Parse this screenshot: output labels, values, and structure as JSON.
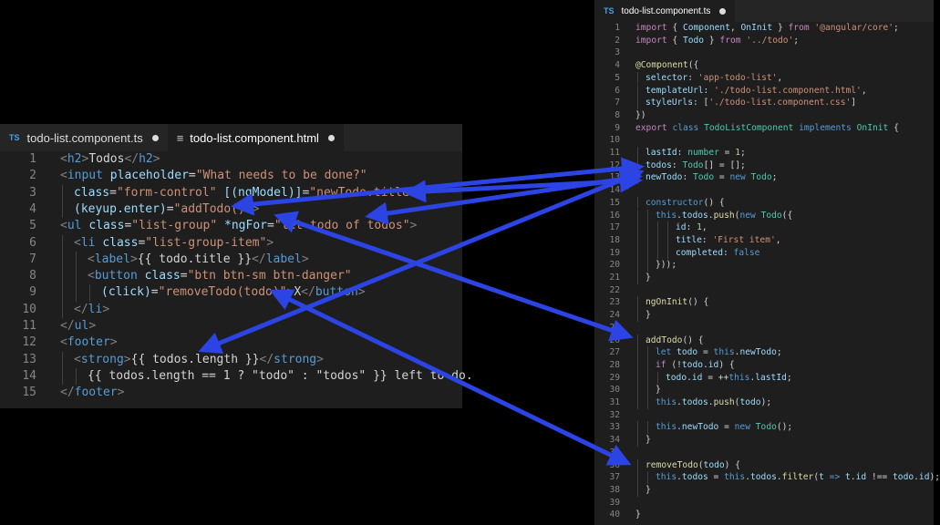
{
  "left": {
    "tabs": [
      {
        "icon": "TS",
        "label": "todo-list.component.ts",
        "dirty": true,
        "active": false
      },
      {
        "icon": "lines",
        "label": "todo-list.component.html",
        "dirty": true,
        "active": true
      }
    ],
    "lines": [
      {
        "n": "1",
        "i": 0,
        "t": [
          [
            "p",
            "<"
          ],
          [
            "tg",
            "h2"
          ],
          [
            "p",
            ">"
          ],
          [
            "w",
            "Todos"
          ],
          [
            "p",
            "</"
          ],
          [
            "tg",
            "h2"
          ],
          [
            "p",
            ">"
          ]
        ]
      },
      {
        "n": "2",
        "i": 0,
        "t": [
          [
            "p",
            "<"
          ],
          [
            "tg",
            "input"
          ],
          [
            "w",
            " "
          ],
          [
            "a",
            "placeholder"
          ],
          [
            "w",
            "="
          ],
          [
            "s",
            "\"What needs to be done?\""
          ]
        ]
      },
      {
        "n": "3",
        "i": 1,
        "t": [
          [
            "a",
            "class"
          ],
          [
            "w",
            "="
          ],
          [
            "s",
            "\"form-control\""
          ],
          [
            "w",
            " "
          ],
          [
            "a",
            "[(ngModel)]"
          ],
          [
            "w",
            "="
          ],
          [
            "s",
            "\"newTodo.title\""
          ]
        ]
      },
      {
        "n": "4",
        "i": 1,
        "t": [
          [
            "a",
            "(keyup.enter)"
          ],
          [
            "w",
            "="
          ],
          [
            "s",
            "\"addTodo()\""
          ],
          [
            "p",
            ">"
          ]
        ]
      },
      {
        "n": "5",
        "i": 0,
        "t": [
          [
            "p",
            "<"
          ],
          [
            "tg",
            "ul"
          ],
          [
            "w",
            " "
          ],
          [
            "a",
            "class"
          ],
          [
            "w",
            "="
          ],
          [
            "s",
            "\"list-group\""
          ],
          [
            "w",
            " "
          ],
          [
            "a",
            "*ngFor"
          ],
          [
            "w",
            "="
          ],
          [
            "s",
            "\"let todo of todos\""
          ],
          [
            "p",
            ">"
          ]
        ]
      },
      {
        "n": "6",
        "i": 1,
        "t": [
          [
            "p",
            "<"
          ],
          [
            "tg",
            "li"
          ],
          [
            "w",
            " "
          ],
          [
            "a",
            "class"
          ],
          [
            "w",
            "="
          ],
          [
            "s",
            "\"list-group-item\""
          ],
          [
            "p",
            ">"
          ]
        ]
      },
      {
        "n": "7",
        "i": 2,
        "t": [
          [
            "p",
            "<"
          ],
          [
            "tg",
            "label"
          ],
          [
            "p",
            ">"
          ],
          [
            "w",
            "{{ todo.title }}"
          ],
          [
            "p",
            "</"
          ],
          [
            "tg",
            "label"
          ],
          [
            "p",
            ">"
          ]
        ]
      },
      {
        "n": "8",
        "i": 2,
        "t": [
          [
            "p",
            "<"
          ],
          [
            "tg",
            "button"
          ],
          [
            "w",
            " "
          ],
          [
            "a",
            "class"
          ],
          [
            "w",
            "="
          ],
          [
            "s",
            "\"btn btn-sm btn-danger\""
          ]
        ]
      },
      {
        "n": "9",
        "i": 3,
        "t": [
          [
            "a",
            "(click)"
          ],
          [
            "w",
            "="
          ],
          [
            "s",
            "\"removeTodo(todo)\""
          ],
          [
            "p",
            ">"
          ],
          [
            "w",
            "X"
          ],
          [
            "p",
            "</"
          ],
          [
            "tg",
            "button"
          ],
          [
            "p",
            ">"
          ]
        ]
      },
      {
        "n": "10",
        "i": 1,
        "t": [
          [
            "p",
            "</"
          ],
          [
            "tg",
            "li"
          ],
          [
            "p",
            ">"
          ]
        ]
      },
      {
        "n": "11",
        "i": 0,
        "t": [
          [
            "p",
            "</"
          ],
          [
            "tg",
            "ul"
          ],
          [
            "p",
            ">"
          ]
        ]
      },
      {
        "n": "12",
        "i": 0,
        "t": [
          [
            "p",
            "<"
          ],
          [
            "tg",
            "footer"
          ],
          [
            "p",
            ">"
          ]
        ]
      },
      {
        "n": "13",
        "i": 1,
        "t": [
          [
            "p",
            "<"
          ],
          [
            "tg",
            "strong"
          ],
          [
            "p",
            ">"
          ],
          [
            "w",
            "{{ todos.length }}"
          ],
          [
            "p",
            "</"
          ],
          [
            "tg",
            "strong"
          ],
          [
            "p",
            ">"
          ]
        ]
      },
      {
        "n": "14",
        "i": 2,
        "t": [
          [
            "w",
            "{{ todos.length == 1 ? \"todo\" : \"todos\" }} left to do."
          ]
        ]
      },
      {
        "n": "15",
        "i": 0,
        "t": [
          [
            "p",
            "</"
          ],
          [
            "tg",
            "footer"
          ],
          [
            "p",
            ">"
          ]
        ]
      }
    ]
  },
  "right": {
    "tabs": [
      {
        "icon": "TS",
        "label": "todo-list.component.ts",
        "dirty": true,
        "active": true
      }
    ],
    "lines": [
      {
        "n": "1",
        "i": 0,
        "t": [
          [
            "c2",
            "import"
          ],
          [
            "w",
            " { "
          ],
          [
            "v",
            "Component"
          ],
          [
            "w",
            ", "
          ],
          [
            "v",
            "OnInit"
          ],
          [
            "w",
            " } "
          ],
          [
            "c2",
            "from"
          ],
          [
            "w",
            " "
          ],
          [
            "s",
            "'@angular/core'"
          ],
          [
            "w",
            ";"
          ]
        ]
      },
      {
        "n": "2",
        "i": 0,
        "t": [
          [
            "c2",
            "import"
          ],
          [
            "w",
            " { "
          ],
          [
            "v",
            "Todo"
          ],
          [
            "w",
            " } "
          ],
          [
            "c2",
            "from"
          ],
          [
            "w",
            " "
          ],
          [
            "s",
            "'../todo'"
          ],
          [
            "w",
            ";"
          ]
        ]
      },
      {
        "n": "3",
        "i": 0,
        "t": []
      },
      {
        "n": "4",
        "i": 0,
        "t": [
          [
            "f",
            "@Component"
          ],
          [
            "w",
            "({"
          ]
        ]
      },
      {
        "n": "5",
        "i": 1,
        "t": [
          [
            "v",
            "selector"
          ],
          [
            "w",
            ": "
          ],
          [
            "s",
            "'app-todo-list'"
          ],
          [
            "w",
            ","
          ]
        ]
      },
      {
        "n": "6",
        "i": 1,
        "t": [
          [
            "v",
            "templateUrl"
          ],
          [
            "w",
            ": "
          ],
          [
            "s",
            "'./todo-list.component.html'"
          ],
          [
            "w",
            ","
          ]
        ]
      },
      {
        "n": "7",
        "i": 1,
        "t": [
          [
            "v",
            "styleUrls"
          ],
          [
            "w",
            ": ["
          ],
          [
            "s",
            "'./todo-list.component.css'"
          ],
          [
            "w",
            "]"
          ]
        ]
      },
      {
        "n": "8",
        "i": 0,
        "t": [
          [
            "w",
            "})"
          ]
        ]
      },
      {
        "n": "9",
        "i": 0,
        "t": [
          [
            "c2",
            "export"
          ],
          [
            "w",
            " "
          ],
          [
            "k",
            "class"
          ],
          [
            "w",
            " "
          ],
          [
            "t",
            "TodoListComponent"
          ],
          [
            "w",
            " "
          ],
          [
            "k",
            "implements"
          ],
          [
            "w",
            " "
          ],
          [
            "t",
            "OnInit"
          ],
          [
            "w",
            " {"
          ]
        ]
      },
      {
        "n": "10",
        "i": 0,
        "t": []
      },
      {
        "n": "11",
        "i": 1,
        "t": [
          [
            "v",
            "lastId"
          ],
          [
            "w",
            ": "
          ],
          [
            "t",
            "number"
          ],
          [
            "w",
            " = "
          ],
          [
            "n",
            "1"
          ],
          [
            "w",
            ";"
          ]
        ]
      },
      {
        "n": "12",
        "i": 1,
        "t": [
          [
            "v",
            "todos"
          ],
          [
            "w",
            ": "
          ],
          [
            "t",
            "Todo"
          ],
          [
            "w",
            "[] = [];"
          ]
        ]
      },
      {
        "n": "13",
        "i": 1,
        "t": [
          [
            "v",
            "newTodo"
          ],
          [
            "w",
            ": "
          ],
          [
            "t",
            "Todo"
          ],
          [
            "w",
            " = "
          ],
          [
            "k",
            "new"
          ],
          [
            "w",
            " "
          ],
          [
            "t",
            "Todo"
          ],
          [
            "w",
            ";"
          ]
        ]
      },
      {
        "n": "14",
        "i": 0,
        "t": []
      },
      {
        "n": "15",
        "i": 1,
        "t": [
          [
            "k",
            "constructor"
          ],
          [
            "w",
            "() {"
          ]
        ]
      },
      {
        "n": "16",
        "i": 2,
        "t": [
          [
            "k",
            "this"
          ],
          [
            "w",
            "."
          ],
          [
            "v",
            "todos"
          ],
          [
            "w",
            "."
          ],
          [
            "f",
            "push"
          ],
          [
            "w",
            "("
          ],
          [
            "k",
            "new"
          ],
          [
            "w",
            " "
          ],
          [
            "t",
            "Todo"
          ],
          [
            "w",
            "({"
          ]
        ]
      },
      {
        "n": "17",
        "i": 4,
        "t": [
          [
            "v",
            "id"
          ],
          [
            "w",
            ": "
          ],
          [
            "n",
            "1"
          ],
          [
            "w",
            ","
          ]
        ]
      },
      {
        "n": "18",
        "i": 4,
        "t": [
          [
            "v",
            "title"
          ],
          [
            "w",
            ": "
          ],
          [
            "s",
            "'First item'"
          ],
          [
            "w",
            ","
          ]
        ]
      },
      {
        "n": "19",
        "i": 4,
        "t": [
          [
            "v",
            "completed"
          ],
          [
            "w",
            ": "
          ],
          [
            "k",
            "false"
          ]
        ]
      },
      {
        "n": "20",
        "i": 2,
        "t": [
          [
            "w",
            "}));"
          ]
        ]
      },
      {
        "n": "21",
        "i": 1,
        "t": [
          [
            "w",
            "}"
          ]
        ]
      },
      {
        "n": "22",
        "i": 0,
        "t": []
      },
      {
        "n": "23",
        "i": 1,
        "t": [
          [
            "f",
            "ngOnInit"
          ],
          [
            "w",
            "() {"
          ]
        ]
      },
      {
        "n": "24",
        "i": 1,
        "t": [
          [
            "w",
            "}"
          ]
        ]
      },
      {
        "n": "25",
        "i": 0,
        "t": []
      },
      {
        "n": "26",
        "i": 1,
        "t": [
          [
            "f",
            "addTodo"
          ],
          [
            "w",
            "() {"
          ]
        ]
      },
      {
        "n": "27",
        "i": 2,
        "t": [
          [
            "k",
            "let"
          ],
          [
            "w",
            " "
          ],
          [
            "v",
            "todo"
          ],
          [
            "w",
            " = "
          ],
          [
            "k",
            "this"
          ],
          [
            "w",
            "."
          ],
          [
            "v",
            "newTodo"
          ],
          [
            "w",
            ";"
          ]
        ]
      },
      {
        "n": "28",
        "i": 2,
        "t": [
          [
            "c2",
            "if"
          ],
          [
            "w",
            " (!"
          ],
          [
            "v",
            "todo"
          ],
          [
            "w",
            "."
          ],
          [
            "v",
            "id"
          ],
          [
            "w",
            ") {"
          ]
        ]
      },
      {
        "n": "29",
        "i": 3,
        "t": [
          [
            "v",
            "todo"
          ],
          [
            "w",
            "."
          ],
          [
            "v",
            "id"
          ],
          [
            "w",
            " = ++"
          ],
          [
            "k",
            "this"
          ],
          [
            "w",
            "."
          ],
          [
            "v",
            "lastId"
          ],
          [
            "w",
            ";"
          ]
        ]
      },
      {
        "n": "30",
        "i": 2,
        "t": [
          [
            "w",
            "}"
          ]
        ]
      },
      {
        "n": "31",
        "i": 2,
        "t": [
          [
            "k",
            "this"
          ],
          [
            "w",
            "."
          ],
          [
            "v",
            "todos"
          ],
          [
            "w",
            "."
          ],
          [
            "f",
            "push"
          ],
          [
            "w",
            "("
          ],
          [
            "v",
            "todo"
          ],
          [
            "w",
            ");"
          ]
        ]
      },
      {
        "n": "32",
        "i": 0,
        "t": []
      },
      {
        "n": "33",
        "i": 2,
        "t": [
          [
            "k",
            "this"
          ],
          [
            "w",
            "."
          ],
          [
            "v",
            "newTodo"
          ],
          [
            "w",
            " = "
          ],
          [
            "k",
            "new"
          ],
          [
            "w",
            " "
          ],
          [
            "t",
            "Todo"
          ],
          [
            "w",
            "();"
          ]
        ]
      },
      {
        "n": "34",
        "i": 1,
        "t": [
          [
            "w",
            "}"
          ]
        ]
      },
      {
        "n": "35",
        "i": 0,
        "t": []
      },
      {
        "n": "36",
        "i": 1,
        "t": [
          [
            "f",
            "removeTodo"
          ],
          [
            "w",
            "("
          ],
          [
            "v",
            "todo"
          ],
          [
            "w",
            ") {"
          ]
        ]
      },
      {
        "n": "37",
        "i": 2,
        "t": [
          [
            "k",
            "this"
          ],
          [
            "w",
            "."
          ],
          [
            "v",
            "todos"
          ],
          [
            "w",
            " = "
          ],
          [
            "k",
            "this"
          ],
          [
            "w",
            "."
          ],
          [
            "v",
            "todos"
          ],
          [
            "w",
            "."
          ],
          [
            "f",
            "filter"
          ],
          [
            "w",
            "("
          ],
          [
            "v",
            "t"
          ],
          [
            "w",
            " "
          ],
          [
            "k",
            "=>"
          ],
          [
            "w",
            " "
          ],
          [
            "v",
            "t"
          ],
          [
            "w",
            "."
          ],
          [
            "v",
            "id"
          ],
          [
            "w",
            " !== "
          ],
          [
            "v",
            "todo"
          ],
          [
            "w",
            "."
          ],
          [
            "v",
            "id"
          ],
          [
            "w",
            ");"
          ]
        ]
      },
      {
        "n": "38",
        "i": 1,
        "t": [
          [
            "w",
            "}"
          ]
        ]
      },
      {
        "n": "39",
        "i": 0,
        "t": []
      },
      {
        "n": "40",
        "i": 0,
        "t": [
          [
            "w",
            "}"
          ]
        ]
      }
    ]
  },
  "colors": {
    "arrow": "#2b44e3"
  },
  "arrow_icons": "arrow"
}
